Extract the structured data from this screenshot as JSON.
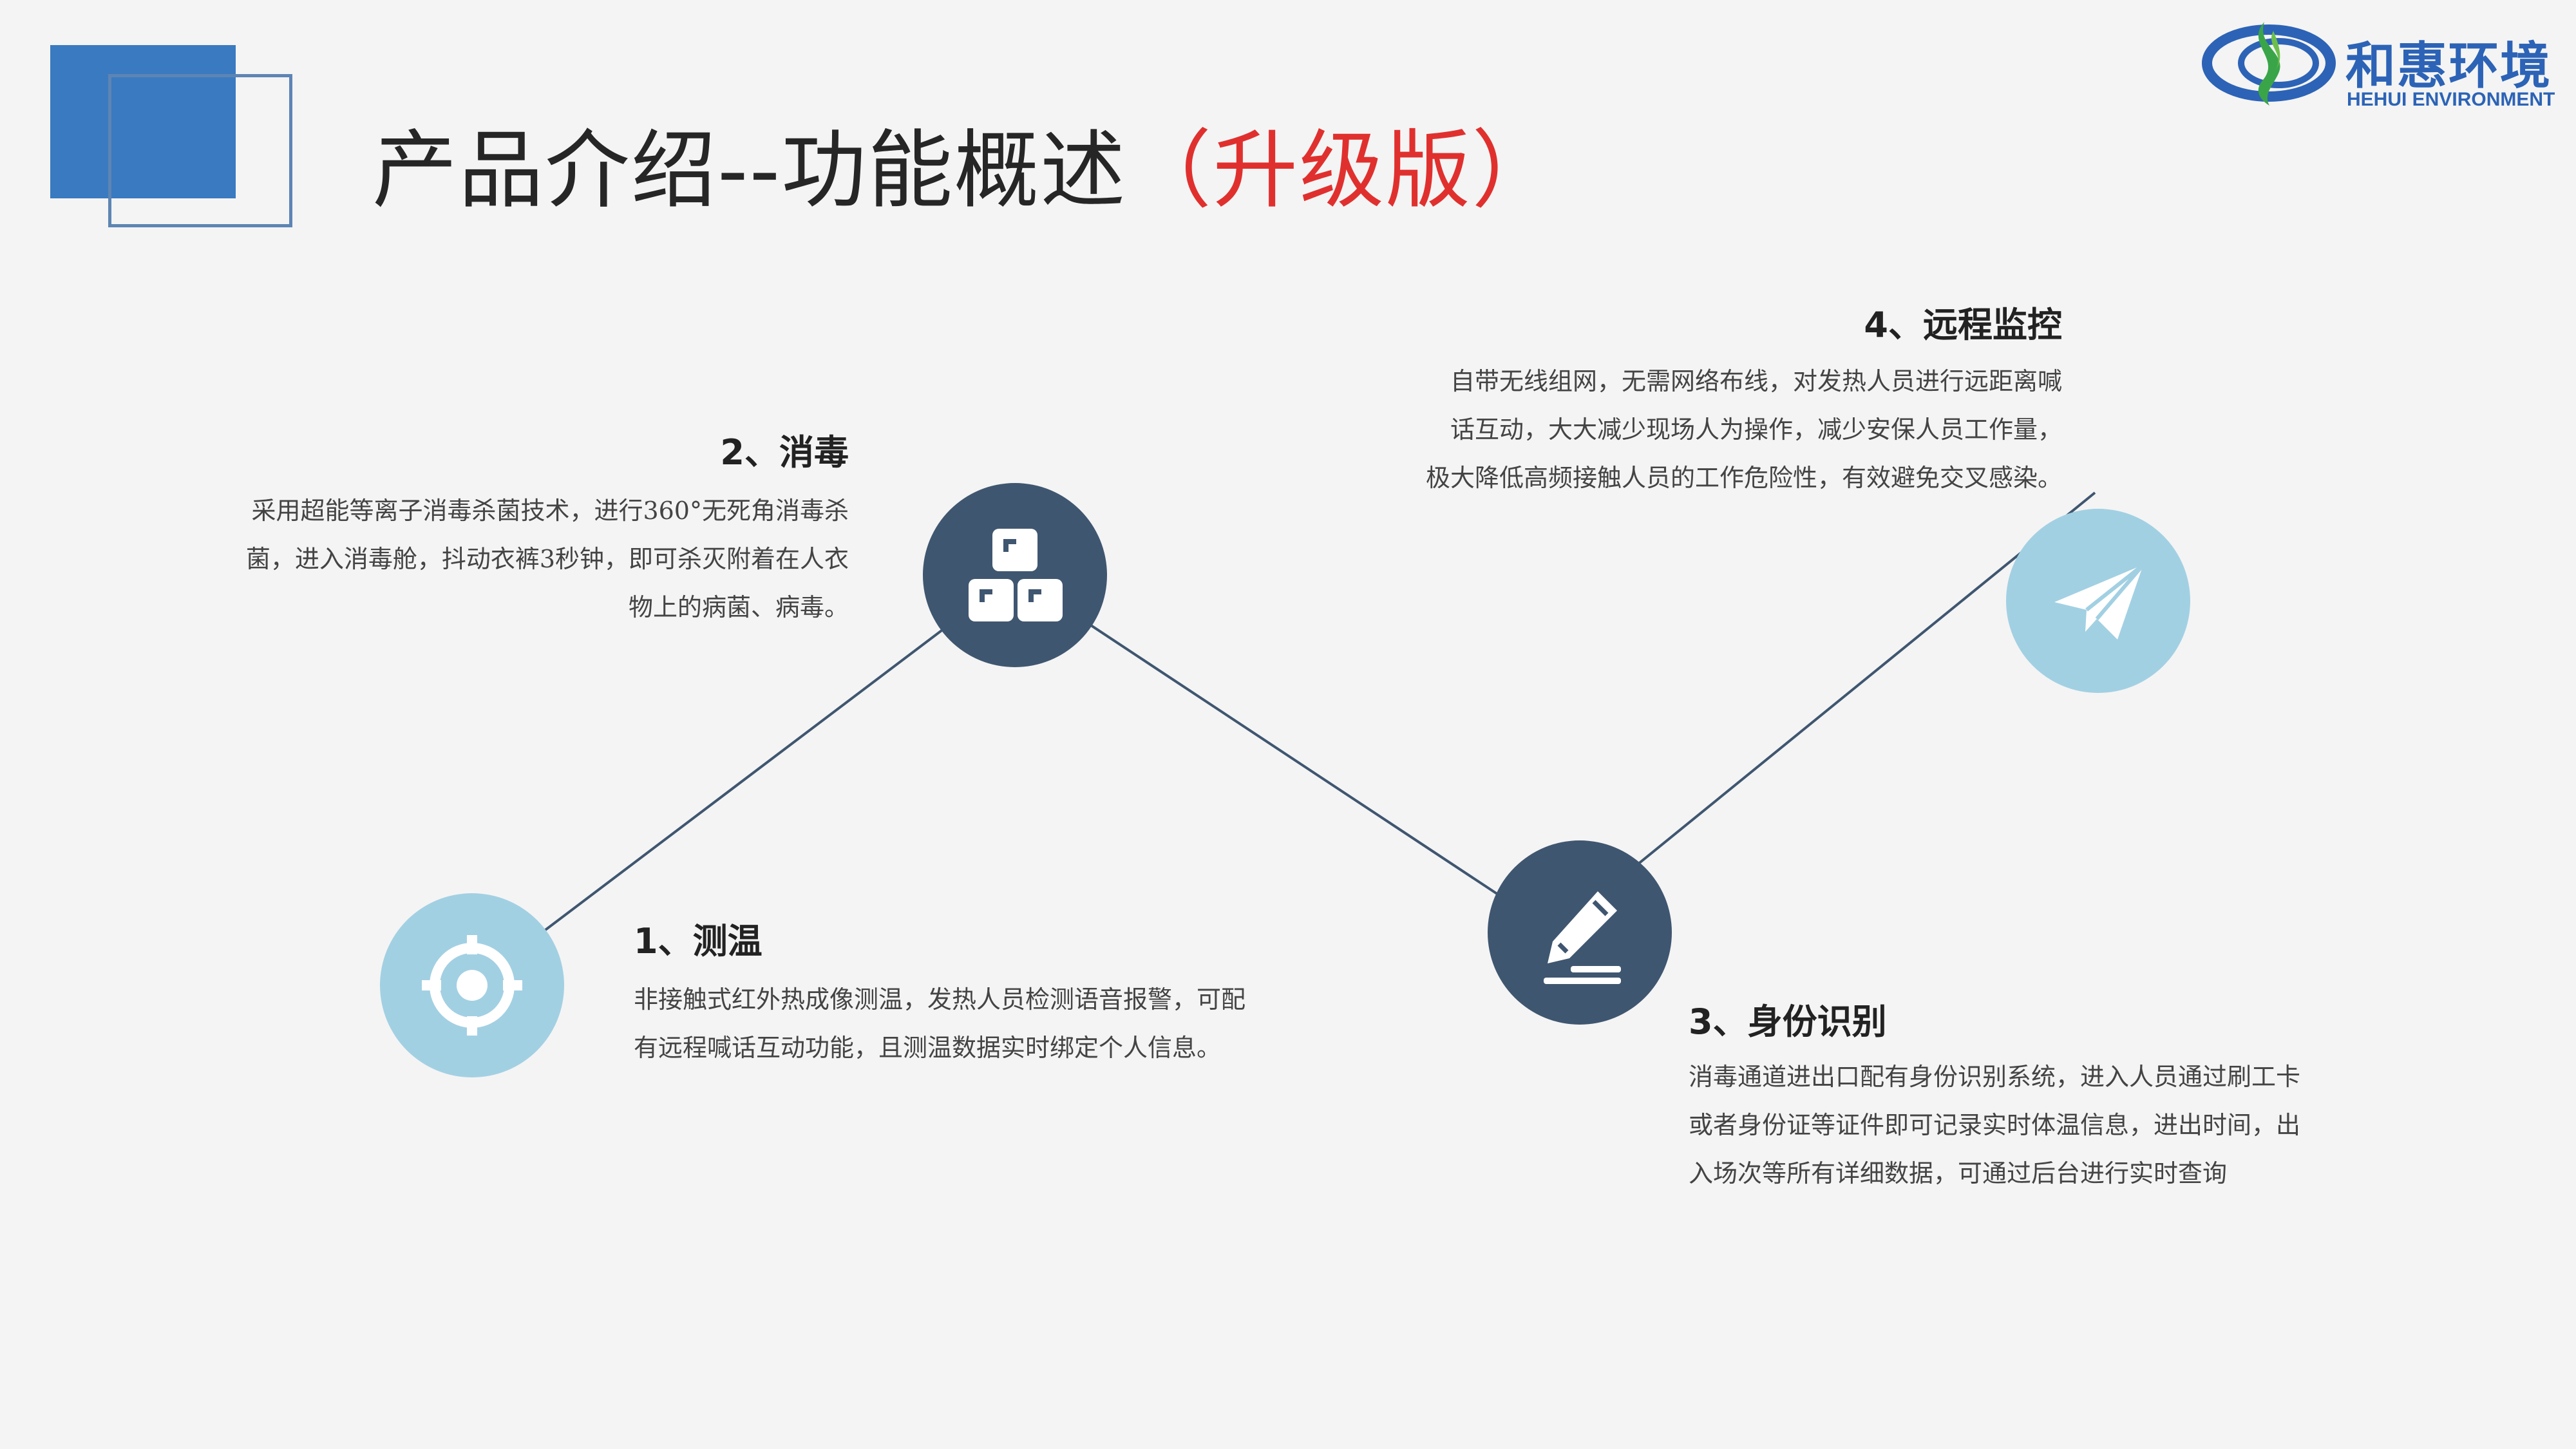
{
  "page": {
    "title_main": "产品介绍--功能概述",
    "title_accent": "（升级版）"
  },
  "logo": {
    "name_cn": "和惠环境",
    "name_en": "HEHUI ENVIRONMENT"
  },
  "colors": {
    "background": "#f4f4f4",
    "accent_blue": "#3a7ac0",
    "accent_red": "#e0302e",
    "node_light": "#a2d0e3",
    "node_dark": "#3f5670",
    "line": "#3f5670"
  },
  "features": [
    {
      "title": "1、测温",
      "icon": "target-icon",
      "lines": [
        "非接触式红外热成像测温，发热人员检测语音报警，可配",
        "有远程喊话互动功能，且测温数据实时绑定个人信息。"
      ]
    },
    {
      "title": "2、消毒",
      "icon": "blocks-icon",
      "lines": [
        "采用超能等离子消毒杀菌技术，进行360°无死角消毒杀",
        "菌，进入消毒舱，抖动衣裤3秒钟，即可杀灭附着在人衣",
        "物上的病菌、病毒。"
      ]
    },
    {
      "title": "3、身份识别",
      "icon": "pencil-icon",
      "lines": [
        "消毒通道进出口配有身份识别系统，进入人员通过刷工卡",
        "或者身份证等证件即可记录实时体温信息，进出时间，出",
        "入场次等所有详细数据，可通过后台进行实时查询"
      ]
    },
    {
      "title": "4、远程监控",
      "icon": "paper-plane-icon",
      "lines": [
        "自带无线组网，无需网络布线，对发热人员进行远距离喊",
        "话互动，大大减少现场人为操作，减少安保人员工作量，",
        "极大降低高频接触人员的工作危险性，有效避免交叉感染。"
      ]
    }
  ]
}
